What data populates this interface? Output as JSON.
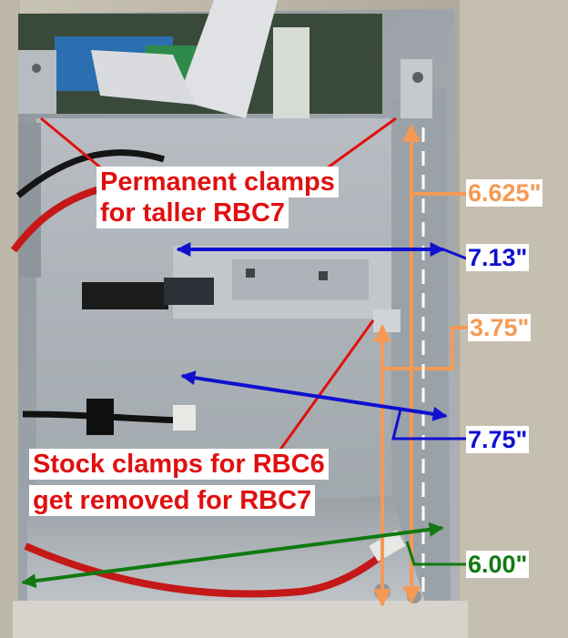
{
  "annotations": {
    "permanent_line1": "Permanent clamps",
    "permanent_line2": "for taller RBC7",
    "stock_line1": "Stock clamps for RBC6",
    "stock_line2": "get removed for RBC7"
  },
  "measurements": {
    "m1": "6.625\"",
    "m2": "7.13\"",
    "m3": "3.75\"",
    "m4": "7.75\"",
    "m5": "6.00\""
  },
  "colors": {
    "red": "#e01010",
    "orange": "#f59a55",
    "blue": "#1010d0",
    "green": "#107a10"
  }
}
